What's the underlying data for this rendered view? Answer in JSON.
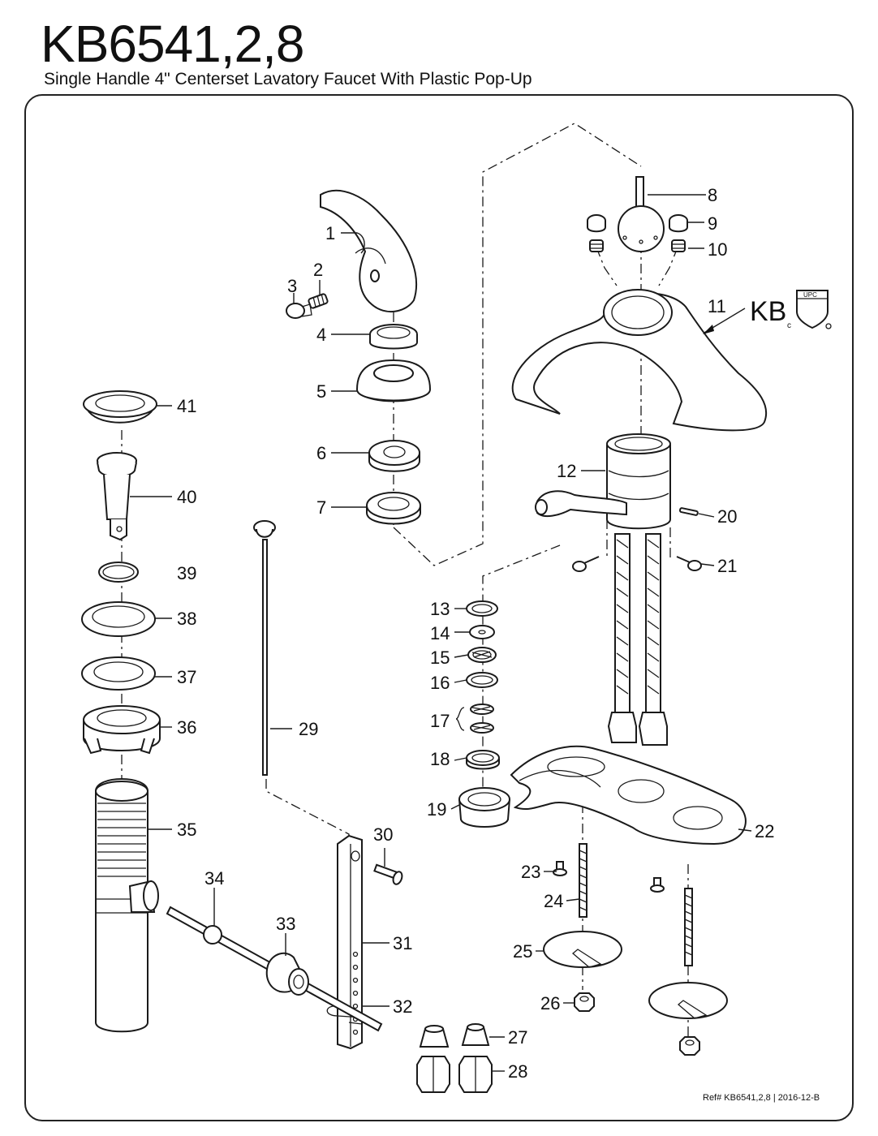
{
  "header": {
    "title": "KB6541,2,8",
    "subtitle": "Single Handle 4\" Centerset Lavatory Faucet With Plastic Pop-Up"
  },
  "certification": {
    "brand": "KB",
    "brand_sub": "c",
    "shield_text": "UPC"
  },
  "footer": {
    "reference": "Ref# KB6541,2,8 | 2016-12-B"
  },
  "part_numbers": [
    "1",
    "2",
    "3",
    "4",
    "5",
    "6",
    "7",
    "8",
    "9",
    "10",
    "11",
    "12",
    "13",
    "14",
    "15",
    "16",
    "17",
    "18",
    "19",
    "20",
    "21",
    "22",
    "23",
    "24",
    "25",
    "26",
    "27",
    "28",
    "29",
    "30",
    "31",
    "32",
    "33",
    "34",
    "35",
    "36",
    "37",
    "38",
    "39",
    "40",
    "41"
  ]
}
